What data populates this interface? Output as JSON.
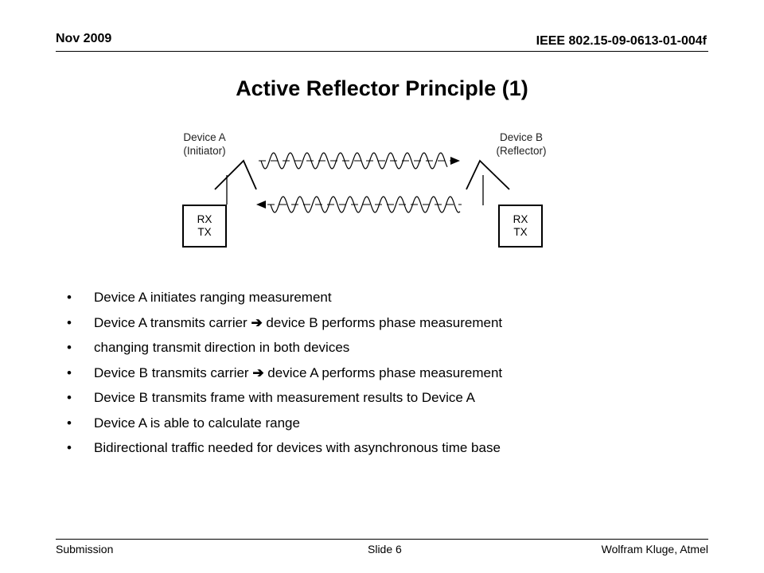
{
  "header": {
    "date": "Nov 2009",
    "doc_id": "IEEE 802.15-09-0613-01-004f"
  },
  "title": "Active Reflector Principle (1)",
  "diagram": {
    "device_a": {
      "name": "Device A",
      "role": "(Initiator)",
      "box_line1": "RX",
      "box_line2": "TX"
    },
    "device_b": {
      "name": "Device B",
      "role": "(Reflector)",
      "box_line1": "RX",
      "box_line2": "TX"
    }
  },
  "bullets": [
    {
      "before": "Device A initiates ranging measurement",
      "arrow": "",
      "after": ""
    },
    {
      "before": "Device A transmits carrier ",
      "arrow": "➔",
      "after": " device B performs phase measurement"
    },
    {
      "before": "changing transmit direction in both devices",
      "arrow": "",
      "after": ""
    },
    {
      "before": "Device B transmits carrier ",
      "arrow": "➔",
      "after": " device A performs phase measurement"
    },
    {
      "before": "Device B transmits frame with measurement results to Device A",
      "arrow": "",
      "after": ""
    },
    {
      "before": "Device A is able to calculate range",
      "arrow": "",
      "after": ""
    },
    {
      "before": "Bidirectional traffic needed for devices with asynchronous time base",
      "arrow": "",
      "after": ""
    }
  ],
  "bullet_glyph": "•",
  "footer": {
    "left": "Submission",
    "center": "Slide 6",
    "right": "Wolfram Kluge, Atmel"
  }
}
